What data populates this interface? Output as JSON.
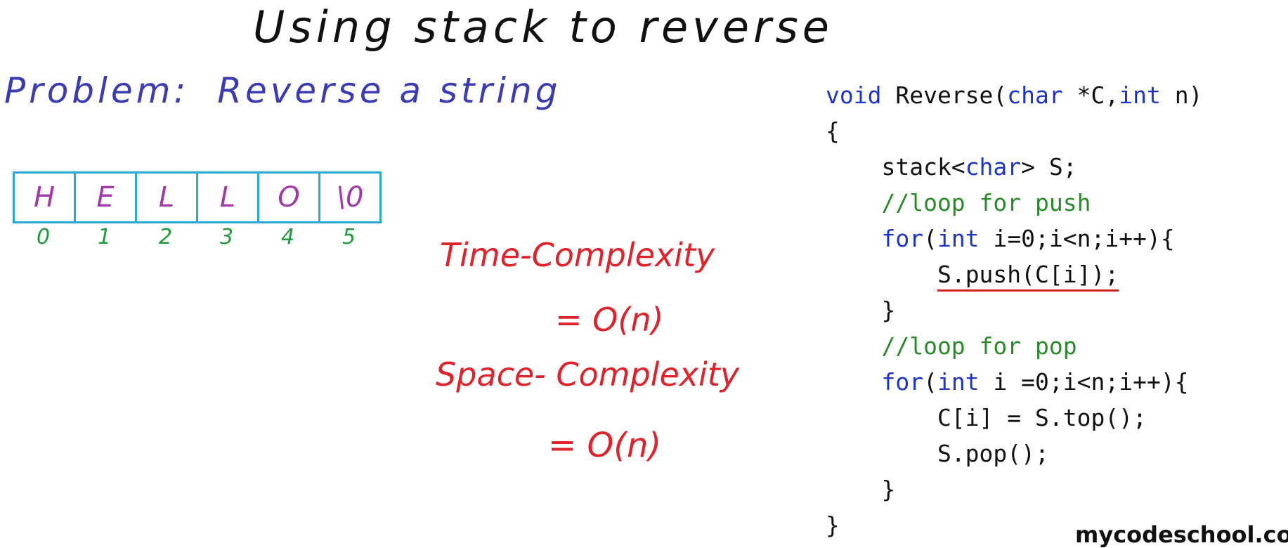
{
  "title": "Using stack to reverse",
  "problem": {
    "label": "Problem:",
    "value": "Reverse a string"
  },
  "array": {
    "cells": [
      "H",
      "E",
      "L",
      "L",
      "O",
      "\\0"
    ],
    "indices": [
      "0",
      "1",
      "2",
      "3",
      "4",
      "5"
    ]
  },
  "complexity": {
    "time_label": "Time-Complexity",
    "time_value": "= O(n)",
    "space_label": "Space- Complexity",
    "space_value": "= O(n)"
  },
  "code": {
    "signature": {
      "kw1": "void",
      "t1": " Reverse(",
      "kw2": "char",
      "t2": " *C,",
      "kw3": "int",
      "t3": " n)"
    },
    "open_brace": "{",
    "decl": {
      "t1": "    stack<",
      "kw": "char",
      "t2": "> S;"
    },
    "comment_push": "    //loop for push",
    "for1": {
      "kw1": "for",
      "t1": "(",
      "kw2": "int",
      "t2": " i=0;i<n;i++){"
    },
    "push_call": "S.push(C[i]);",
    "close_inner1": "    }",
    "comment_pop": "    //loop for pop",
    "for2": {
      "kw1": "for",
      "t1": "(",
      "kw2": "int",
      "t2": " i =0;i<n;i++){"
    },
    "assign": "        C[i] = S.top();",
    "pop_call": "        S.pop();",
    "close_inner2": "    }",
    "close_brace": "}"
  },
  "watermark": "mycodeschool.co",
  "colors": {
    "array_border": "#29a8d8",
    "array_chars": "#a13aa8",
    "indices": "#1f9c3a",
    "complexity": "#e0222a",
    "problem": "#3b3bb3",
    "keyword": "#1b34c9",
    "comment": "#2a8a2a"
  }
}
